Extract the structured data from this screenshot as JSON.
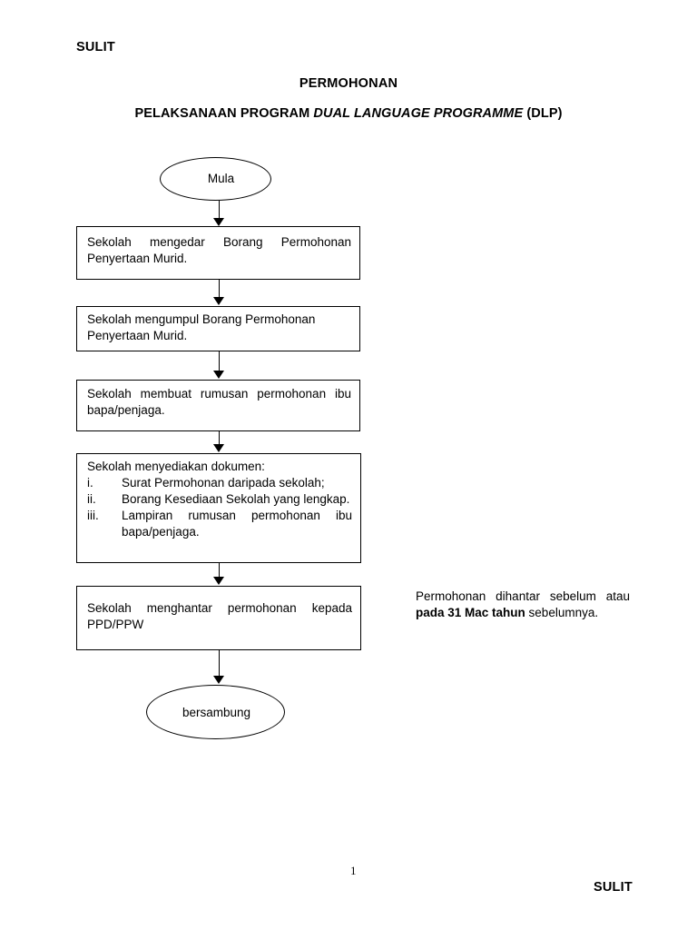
{
  "document": {
    "classification_top": "SULIT",
    "classification_bottom": "SULIT",
    "page_number": "1",
    "title": {
      "line1": "PERMOHONAN",
      "line2_prefix": "PELAKSANAAN PROGRAM ",
      "line2_italic": "DUAL LANGUAGE PROGRAMME",
      "line2_suffix": " (DLP)"
    }
  },
  "flowchart": {
    "start_label": "Mula",
    "end_label": "bersambung",
    "steps": [
      {
        "id": "box-1",
        "text": "Sekolah mengedar Borang Permohonan Penyertaan Murid."
      },
      {
        "id": "box-2",
        "text": "Sekolah mengumpul Borang Permohonan Penyertaan Murid."
      },
      {
        "id": "box-3",
        "text": "Sekolah membuat rumusan permohonan ibu bapa/penjaga."
      },
      {
        "id": "box-4",
        "heading": "Sekolah menyediakan dokumen:",
        "items": [
          {
            "marker": "i.",
            "text": "Surat Permohonan daripada sekolah;"
          },
          {
            "marker": "ii.",
            "text": "Borang Kesediaan Sekolah yang lengkap."
          },
          {
            "marker": "iii.",
            "text": "Lampiran rumusan permohonan ibu bapa/penjaga."
          }
        ]
      },
      {
        "id": "box-5",
        "text": "Sekolah menghantar permohonan kepada PPD/PPW"
      }
    ]
  },
  "side_note": {
    "part1": "Permohonan dihantar sebelum atau ",
    "part2_bold": "pada 31 Mac tahun",
    "part3": " sebelumnya."
  }
}
